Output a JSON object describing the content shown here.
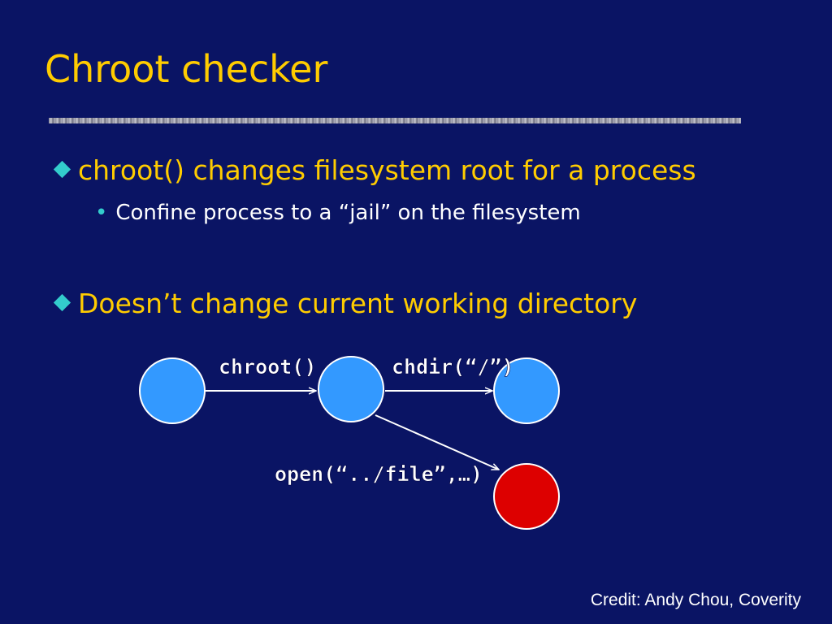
{
  "title": "Chroot checker",
  "bullets": [
    {
      "text": "chroot() changes filesystem root for a process",
      "sub": [
        "Confine process to a “jail” on the filesystem"
      ]
    },
    {
      "text": "Doesn’t change current working directory",
      "sub": []
    }
  ],
  "diagram": {
    "nodes": [
      {
        "id": "n1",
        "color": "#3399ff"
      },
      {
        "id": "n2",
        "color": "#3399ff"
      },
      {
        "id": "n3",
        "color": "#3399ff"
      },
      {
        "id": "n4",
        "color": "#dd0000"
      }
    ],
    "edges": [
      {
        "from": "n1",
        "to": "n2",
        "label": "chroot()"
      },
      {
        "from": "n2",
        "to": "n3",
        "label": "chdir(“/”)"
      },
      {
        "from": "n2",
        "to": "n4",
        "label": "open(“../file”,…)"
      }
    ]
  },
  "credit": "Credit: Andy Chou, Coverity",
  "colors": {
    "background": "#0a1464",
    "title": "#ffcc00",
    "accent": "#33cccc",
    "node": "#3399ff",
    "node_alert": "#dd0000"
  }
}
